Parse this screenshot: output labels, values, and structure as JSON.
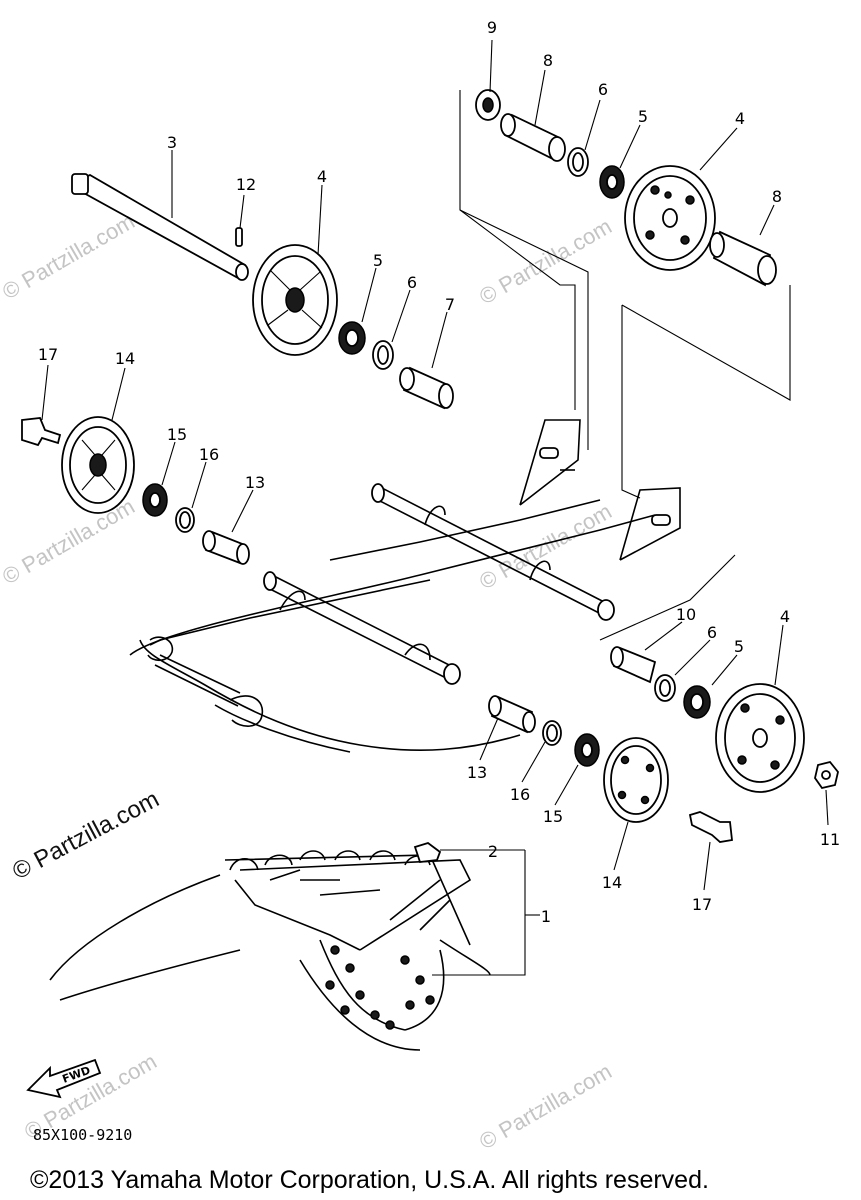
{
  "callouts": [
    "9",
    "8",
    "6",
    "5",
    "4",
    "8",
    "3",
    "12",
    "4",
    "5",
    "6",
    "7",
    "17",
    "14",
    "15",
    "16",
    "13",
    "10",
    "6",
    "5",
    "4",
    "13",
    "16",
    "15",
    "14",
    "17",
    "11",
    "2",
    "1"
  ],
  "watermark_main": "© Partzilla.com",
  "watermark_faint": "© Partzilla.com",
  "fwd_label": "FWD",
  "diagram_code": "85X100-9210",
  "copyright": "©2013 Yamaha Motor Corporation, U.S.A. All rights reserved."
}
